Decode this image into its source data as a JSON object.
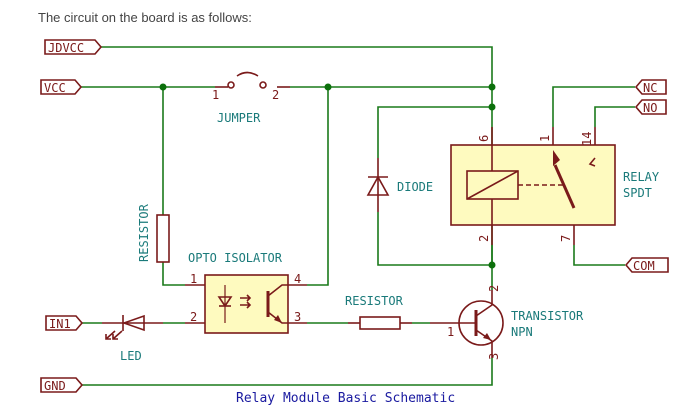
{
  "intro_text": "The circuit on the board is as follows:",
  "ports": {
    "jdvcc": "JDVCC",
    "vcc": "VCC",
    "in1": "IN1",
    "gnd": "GND",
    "nc": "NC",
    "no": "NO",
    "com": "COM"
  },
  "components": {
    "jumper": {
      "label": "JUMPER",
      "pin1": "1",
      "pin2": "2"
    },
    "resistor_vertical": {
      "label": "RESISTOR"
    },
    "opto": {
      "label": "OPTO ISOLATOR",
      "pin1": "1",
      "pin2": "2",
      "pin3": "3",
      "pin4": "4"
    },
    "led": {
      "label": "LED"
    },
    "resistor_horizontal": {
      "label": "RESISTOR"
    },
    "transistor": {
      "label_line1": "TRANSISTOR",
      "label_line2": "NPN",
      "pin1": "1",
      "pin2": "2",
      "pin3": "3"
    },
    "diode": {
      "label": "DIODE"
    },
    "relay": {
      "label_line1": "RELAY",
      "label_line2": "SPDT",
      "pin6": "6",
      "pin2": "2",
      "pin1": "1",
      "pin14": "14",
      "pin7": "7"
    }
  },
  "caption": "Relay Module Basic Schematic",
  "colors": {
    "wire": "#1a7a1a",
    "component": "#7a1a1a",
    "component_fill": "#fefabf",
    "label": "#1a7a7a",
    "caption": "#1a1aa0"
  }
}
